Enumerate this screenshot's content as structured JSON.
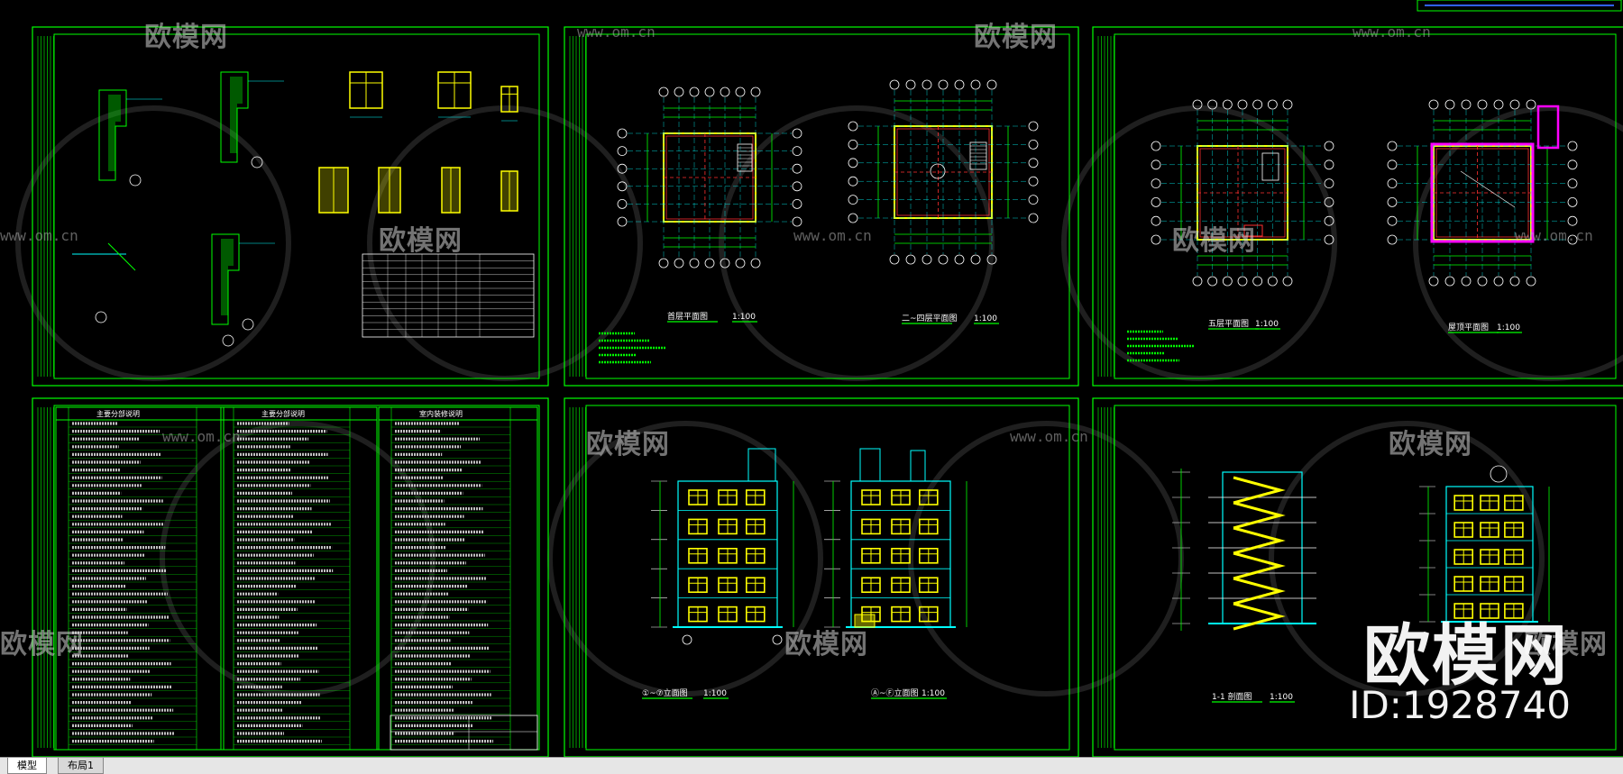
{
  "tabs": {
    "model": "模型",
    "layout1": "布局1"
  },
  "watermark": {
    "brand": "欧模网",
    "url": "www.om.cn",
    "id": "ID:1928740"
  },
  "sheets": {
    "plan1_title": "首层平面图",
    "plan1_scale": "1:100",
    "plan2_title": "二~四层平面图",
    "plan2_scale": "1:100",
    "plan3_title": "五层平面图",
    "plan3_scale": "1:100",
    "plan4_title": "屋顶平面图",
    "plan4_scale": "1:100",
    "elev1_title": "①~⑦立面图",
    "elev1_scale": "1:100",
    "elev2_title": "Ⓐ~Ⓕ立面图",
    "elev2_scale": "1:100",
    "sect_title": "1-1 剖面图",
    "sect_scale": "1:100",
    "notes_heads": [
      "主要分部说明",
      "主要分部说明",
      "室内装修说明"
    ]
  },
  "colors": {
    "frame": "#00ff00",
    "axis": "#00ffff",
    "wall": "#ffff00",
    "dim": "#00ff00",
    "red": "#ff3030",
    "magenta": "#ff00ff",
    "text": "#ffffff"
  }
}
